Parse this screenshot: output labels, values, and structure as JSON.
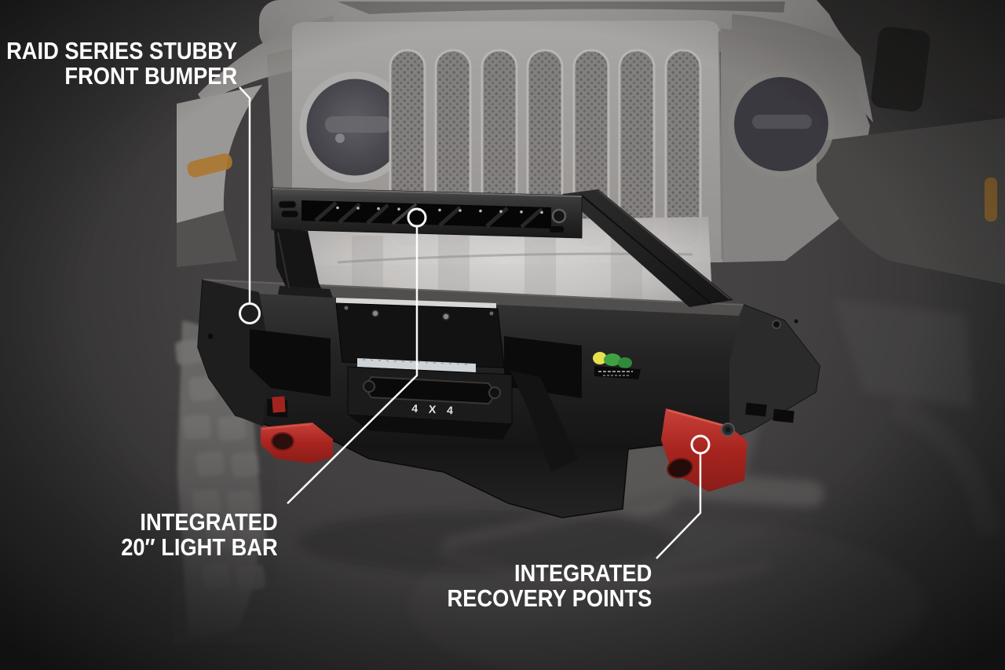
{
  "callouts": {
    "front_bumper": {
      "lines": [
        "RAID SERIES STUBBY",
        "FRONT BUMPER"
      ]
    },
    "light_bar": {
      "lines": [
        "INTEGRATED",
        "20″ LIGHT BAR"
      ]
    },
    "recovery_points": {
      "lines": [
        "INTEGRATED",
        "RECOVERY POINTS"
      ]
    }
  },
  "product": {
    "winch_plate_text": "4 X 4",
    "brand_badge_icon": "ironman-4x4-badge",
    "lightbar_logo_icon": "brand-dot-logo"
  },
  "colors": {
    "label_text": "#ffffff",
    "callout_line": "#ffffff",
    "recovery_red": "#b5241e",
    "badge_green": "#3fa144",
    "badge_yellow": "#e6e14f",
    "background_center": "#4b4949",
    "background_edge": "#262525"
  }
}
